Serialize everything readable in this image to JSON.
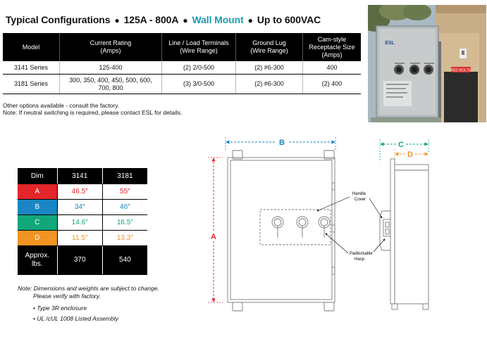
{
  "header": {
    "title": "Typical Configurations",
    "bullet": "●",
    "amps": "125A - 800A",
    "mount": "Wall Mount",
    "voltage": "Up to 600VAC",
    "accent_color": "#1a9db0"
  },
  "config_table": {
    "headers": [
      [
        "Model"
      ],
      [
        "Current Rating",
        "(Amps)"
      ],
      [
        "Line / Load Terminals",
        "(Wire Range)"
      ],
      [
        "Ground Lug",
        "(Wire Range)"
      ],
      [
        "Cam-style",
        "Receptacle Size",
        "(Amps)"
      ]
    ],
    "rows": [
      [
        "3141 Series",
        [
          "125-400"
        ],
        "(2) 2/0-500",
        "(2) #6-300",
        "400"
      ],
      [
        "3181 Series",
        [
          "300, 350, 400, 450, 500, 600,",
          "700, 800"
        ],
        "(3) 3/0-500",
        "(2) #6-300",
        "(2) 400"
      ]
    ]
  },
  "notes": [
    "Other options available - consult the factory.",
    "Note: If neutral switching is required, please contact ESL for details."
  ],
  "photo": {
    "panel_logo": "ESL",
    "sign_text": "RED BOLTS"
  },
  "dim_table": {
    "headers": [
      "Dim",
      "3141",
      "3181"
    ],
    "rows": [
      {
        "dim": "A",
        "color": "#e4262b",
        "v3141": "46.5″",
        "v3181": "55″"
      },
      {
        "dim": "B",
        "color": "#1a86c4",
        "v3141": "34″",
        "v3181": "46″"
      },
      {
        "dim": "C",
        "color": "#11a77a",
        "v3141": "14.6″",
        "v3181": "16.5″"
      },
      {
        "dim": "D",
        "color": "#f09424",
        "v3141": "11.5″",
        "v3181": "13.3″"
      }
    ],
    "weight": {
      "label_line1": "Approx.",
      "label_line2": "lbs.",
      "v3141": "370",
      "v3181": "540"
    }
  },
  "dim_notes": {
    "line1": "Note: Dimensions and weights are subject to change.",
    "line2": "Please verify with factory.",
    "bullet1": "• Type 3R enclosure",
    "bullet2": "• UL /cUL 1008 Listed Assembly"
  },
  "drawing": {
    "label_a": "A",
    "label_b": "B",
    "label_c": "C",
    "label_d": "D",
    "handle_cover_1": "Handle",
    "handle_cover_2": "Cover",
    "padlock_1": "Padlockable",
    "padlock_2": "Hasp"
  }
}
